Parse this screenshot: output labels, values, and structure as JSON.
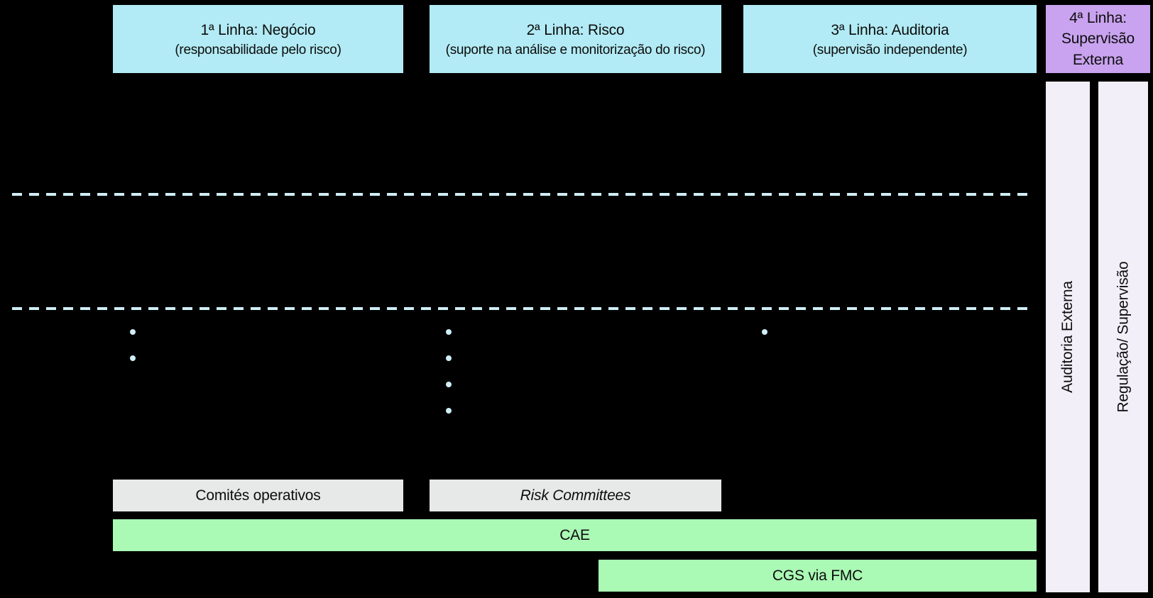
{
  "diagram": {
    "header_boxes": [
      {
        "id": "line1",
        "title": "1ª Linha: Negócio",
        "subtitle": "(responsabilidade pelo risco)"
      },
      {
        "id": "line2",
        "title": "2ª Linha: Risco",
        "subtitle": "(suporte na análise e monitorização do risco)"
      },
      {
        "id": "line3",
        "title": "3ª Linha: Auditoria",
        "subtitle": "(supervisão independente)"
      },
      {
        "id": "line4",
        "title": "4ª Linha: Supervisão Externa",
        "subtitle": ""
      }
    ],
    "side_bars": [
      {
        "label": "Auditoria Externa"
      },
      {
        "label": "Regulação/ Supervisão"
      }
    ],
    "bullet_columns": [
      {
        "column": "line1",
        "bullet_count": 2
      },
      {
        "column": "line2",
        "bullet_count": 4
      },
      {
        "column": "line3",
        "bullet_count": 1
      }
    ],
    "bottom_bars": {
      "committees": [
        {
          "label": "Comités operativos"
        },
        {
          "label": "Risk Committees"
        }
      ],
      "governance": [
        {
          "label": "CAE"
        },
        {
          "label": "CGS via FMC"
        }
      ]
    },
    "colors": {
      "background": "#000000",
      "header_cyan": "#b2ebf5",
      "header_purple": "#c9a3ef",
      "sidebar_lavender": "#f2eff9",
      "bar_green": "#aaf9b5",
      "bar_gray": "#e6e9e8",
      "dash_and_bullet_cyan": "#cfeef6",
      "text_dark": "#0d0d0d"
    }
  }
}
